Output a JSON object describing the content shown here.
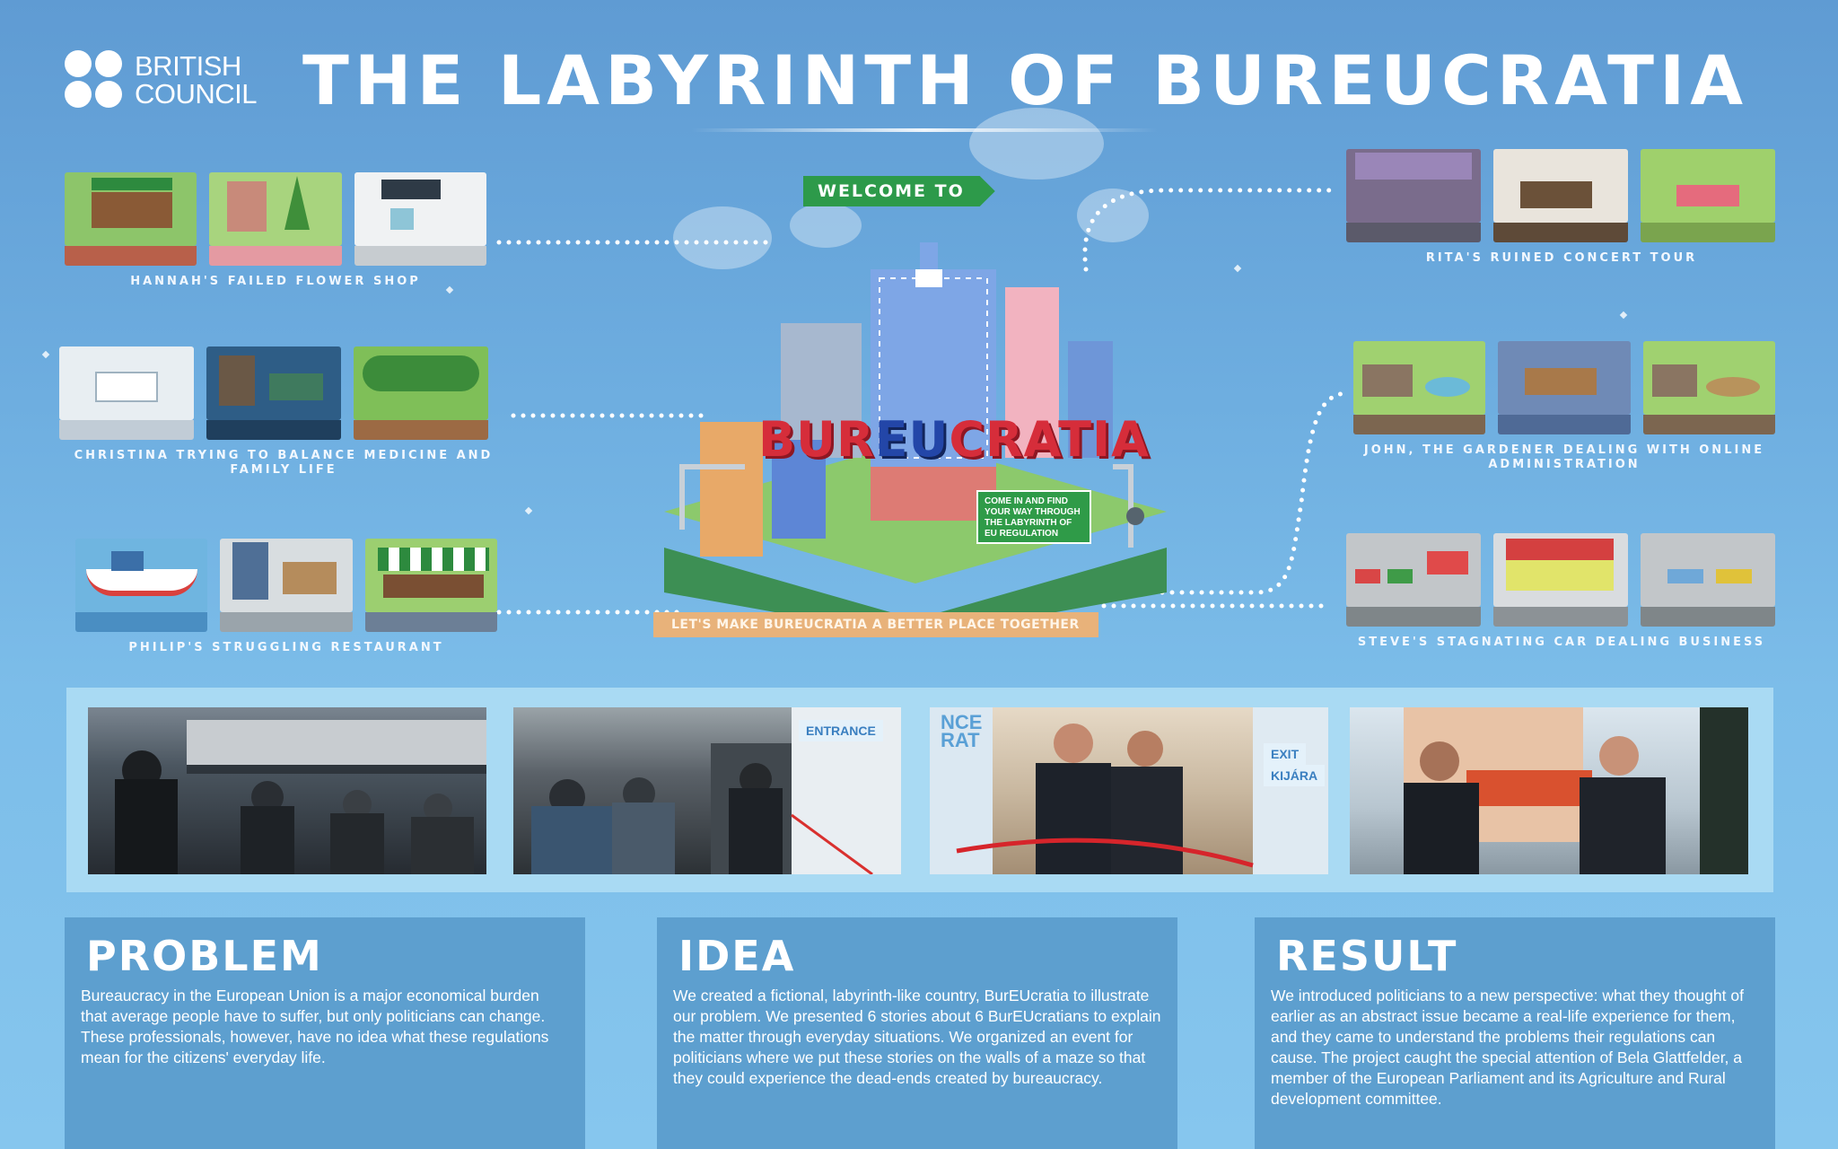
{
  "header": {
    "logo_line1": "BRITISH",
    "logo_line2": "COUNCIL",
    "title": "THE LABYRINTH OF BUREUCRATIA"
  },
  "center": {
    "welcome": "WELCOME TO",
    "name_part1": "BUR",
    "name_eu": "EU",
    "name_part2": "CRATIA",
    "sign": "COME IN AND FIND YOUR WAY THROUGH THE LABYRINTH OF EU REGULATION",
    "banner": "LET'S MAKE BUREUCRATIA A BETTER PLACE TOGETHER"
  },
  "stories": {
    "hannah": "HANNAH'S FAILED FLOWER SHOP",
    "christina": "CHRISTINA TRYING TO BALANCE MEDICINE AND FAMILY LIFE",
    "philip": "PHILIP'S STRUGGLING RESTAURANT",
    "rita": "RITA'S RUINED CONCERT TOUR",
    "john": "JOHN, THE GARDENER DEALING WITH ONLINE ADMINISTRATION",
    "steve": "STEVE'S STAGNATING CAR DEALING BUSINESS"
  },
  "photos": {
    "sign_entrance": "ENTRANCE",
    "sign_exit": "EXIT",
    "sign_exit_hu": "KIJÁRA",
    "sign_nce": "NCE",
    "sign_rat": "RAT"
  },
  "panels": {
    "problem_title": "PROBLEM",
    "problem_text": "Bureaucracy in the European Union is a major economical burden that average people have to suffer, but only politicians can change. These professionals, however, have no idea what these regulations mean for the citizens' everyday life.",
    "idea_title": "IDEA",
    "idea_text": "We created a fictional, labyrinth-like country, BurEUcratia to illustrate our problem. We presented 6 stories about 6 BurEUcratians to explain the matter through everyday situations. We organized an event for politicians where we put these stories on the walls of a maze so that they could experience the dead-ends created by bureaucracy.",
    "result_title": "RESULT",
    "result_text": "We introduced politicians to a new perspective: what they thought of earlier as an abstract issue became a real-life experience for them, and they came to understand the problems their regulations can cause. The project caught the special attention of Bela Glattfelder, a member of the European Parliament and its Agriculture and Rural development committee."
  }
}
